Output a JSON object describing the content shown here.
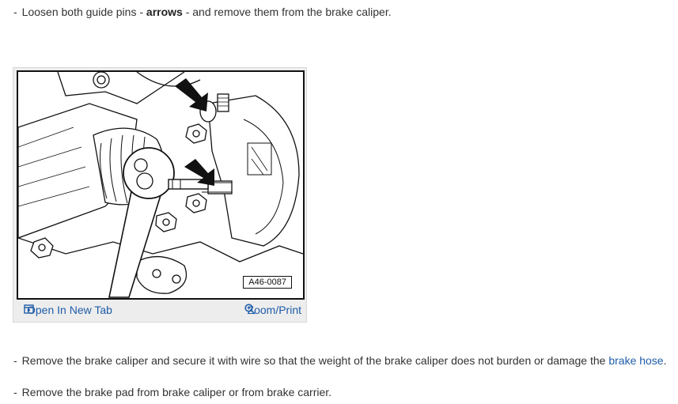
{
  "steps": [
    {
      "dash": "-",
      "pre": "Loosen both guide pins - ",
      "bold": "arrows",
      "post": " - and remove them from the brake caliper."
    },
    {
      "dash": "-",
      "pre": "Remove the brake caliper and secure it with wire so that the weight of the brake caliper does not burden or damage the ",
      "link": "brake hose",
      "post": "."
    },
    {
      "dash": "-",
      "text": "Remove the brake pad from brake caliper or from brake carrier."
    }
  ],
  "figure": {
    "code": "A46-0087",
    "open_label": "Open In New Tab",
    "zoom_label": "Zoom/Print",
    "open_icon": "open-new-tab-icon",
    "zoom_icon": "magnifier-icon"
  },
  "colors": {
    "link": "#1f5ca8",
    "text": "#333333",
    "figure_bg": "#ededed"
  }
}
